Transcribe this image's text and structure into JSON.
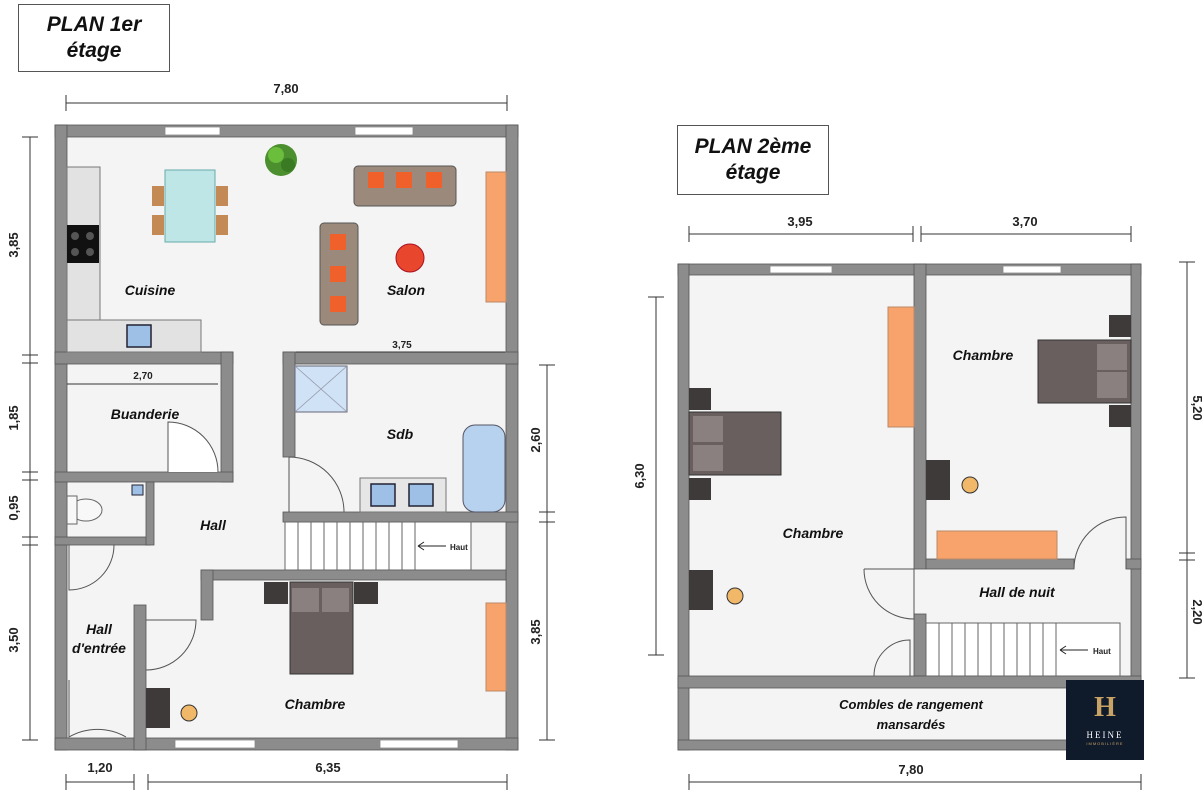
{
  "plans": {
    "first_floor": {
      "title_line1": "PLAN 1er",
      "title_line2": "étage",
      "rooms": {
        "cuisine": "Cuisine",
        "salon": "Salon",
        "buanderie": "Buanderie",
        "sdb": "Sdb",
        "hall": "Hall",
        "hall_entree_line1": "Hall",
        "hall_entree_line2": "d'entrée",
        "chambre": "Chambre"
      },
      "dimensions": {
        "top_width": "7,80",
        "left_upper": "3,85",
        "left_buanderie": "1,85",
        "left_wc": "0,95",
        "left_lower": "3,50",
        "right_sdb": "2,60",
        "right_chambre": "3,85",
        "bottom_left": "1,20",
        "bottom_right": "6,35",
        "inner_sdb": "3,75",
        "inner_buanderie": "2,70"
      },
      "stair_label": "Haut"
    },
    "second_floor": {
      "title_line1": "PLAN 2ème",
      "title_line2": "étage",
      "rooms": {
        "chambre_left": "Chambre",
        "chambre_right": "Chambre",
        "hall_nuit": "Hall de nuit",
        "combles_line1": "Combles de rangement",
        "combles_line2": "mansardés"
      },
      "dimensions": {
        "top_left": "3,95",
        "top_right": "3,70",
        "left": "6,30",
        "right_upper": "5,20",
        "right_lower": "2,20",
        "bottom": "7,80"
      },
      "stair_label": "Haut"
    }
  },
  "logo": {
    "mark": "H",
    "name": "HEINE",
    "sub": "IMMOBILIÈRE"
  },
  "colors": {
    "wall": "#8c8c8c",
    "floor": "#f4f4f4",
    "furniture_orange": "#f7a36b",
    "bed": "#6a5f5f",
    "water": "#b7d2ee",
    "logo_bg": "#0f1a2b",
    "logo_gold": "#c9a266"
  }
}
